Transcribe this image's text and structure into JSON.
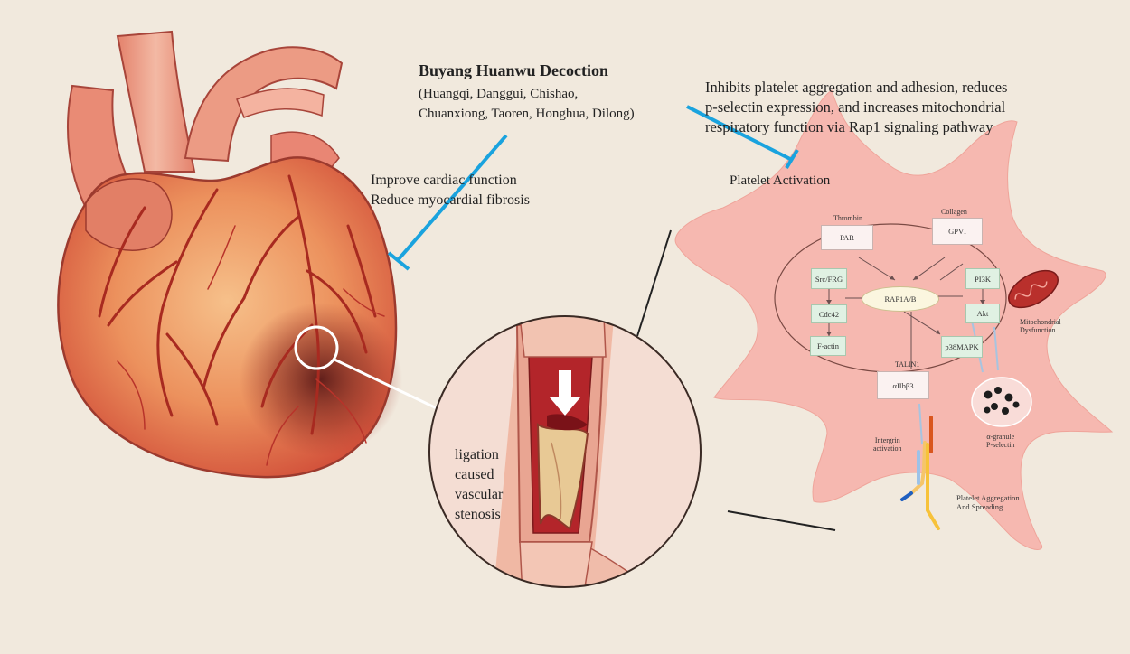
{
  "treatment": {
    "title": "Buyang Huanwu Decoction",
    "herbs_line1": "(Huangqi, Danggui, Chishao,",
    "herbs_line2": "Chuanxiong, Taoren, Honghua, Dilong)"
  },
  "mechanism": {
    "line1": "Inhibits platelet aggregation and adhesion, reduces",
    "line2": "p-selectin expression, and increases mitochondrial",
    "line3": "respiratory function via Rap1 signaling pathway"
  },
  "cardiac_effects": {
    "line1": "Improve cardiac function",
    "line2": "Reduce myocardial fibrosis"
  },
  "platelet_activation_label": "Platelet Activation",
  "stenosis": {
    "line1": "ligation",
    "line2": "caused",
    "line3": "vascular",
    "line4": "stenosis"
  },
  "pathway": {
    "thrombin": "Thrombin",
    "collagen": "Collagen",
    "par": "PAR",
    "gpvi": "GPVI",
    "src_frg": "Src/FRG",
    "cdc42": "Cdc42",
    "f_actin": "F-actin",
    "rap1": "RAP1A/B",
    "pi3k": "PI3K",
    "akt": "Akt",
    "p38mapk": "p38MAPK",
    "talin1": "TALIN1",
    "integrin_node": "αIIbβ3",
    "mito_line1": "Mitochondrial",
    "mito_line2": "Dysfunction",
    "granule_line1": "α-granule",
    "granule_line2": "P-selectin",
    "integrin_act_line1": "Intergrin",
    "integrin_act_line2": "activation",
    "aggregation_line1": "Platelet Aggregation",
    "aggregation_line2": "And Spreading"
  },
  "colors": {
    "inhibition": "#1aa3de",
    "background": "#f1e9dd",
    "platelet": "#f6b8b0",
    "heart_red": "#d9533e",
    "heart_orange": "#f2a86a",
    "vessel": "#e8b4a0"
  }
}
